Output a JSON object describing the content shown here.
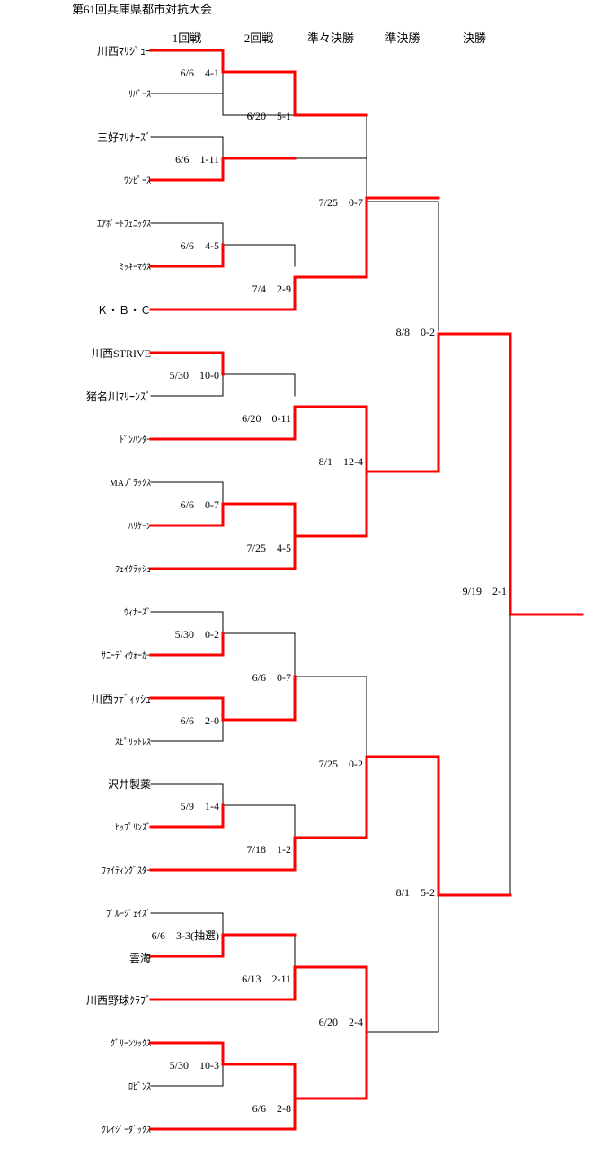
{
  "title": "第61回兵庫県都市対抗大会",
  "rounds": [
    "1回戦",
    "2回戦",
    "準々決勝",
    "準決勝",
    "決勝"
  ],
  "teams": [
    "川西ﾏﾘｼﾞｭｰ",
    "ﾘﾊﾞｰｽ",
    "三好ﾏﾘﾅｰｽﾞ",
    "ﾜﾝﾋﾟｰｽ",
    "ｴｱﾎﾟｰﾄﾌｪﾆｯｸｽ",
    "ﾐｯｷｰﾏｳｽ",
    "Ｋ・Ｂ・Ｃ",
    "川西STRIVE",
    "猪名川ﾏﾘｰﾝｽﾞ",
    "ﾄﾞﾝﾊﾝﾀｰ",
    "MAﾌﾞﾗｯｸｽ",
    "ﾊﾘｹｰﾝ",
    "ﾌｪｲｸﾗｯｼｭ",
    "ｳｨﾅｰｽﾞ",
    "ｻﾆｰﾃﾞｨｳｫｰｶｰ",
    "川西ﾗﾃﾞｨｯｼｭ",
    "ｽﾋﾟﾘｯﾄﾚｽ",
    "沢井製薬",
    "ﾋｯﾌﾟﾘﾝｽﾞ",
    "ﾌｧｲﾃｨﾝｸﾞｽﾀｰ",
    "ﾌﾞﾙｰｼﾞｪｲｽﾞ",
    "雲海",
    "川西野球ｸﾗﾌﾞ",
    "ｸﾞﾘｰﾝｿｯｸｽ",
    "ﾛﾋﾞﾝｽ",
    "ｸﾚｲｼﾞｰﾀﾞｯｸｽ"
  ],
  "scores": [
    "6/6　4-1",
    "6/20　5-1",
    "6/6　1-11",
    "7/25　0-7",
    "6/6　4-5",
    "7/4　2-9",
    "8/8　0-2",
    "5/30　10-0",
    "6/20　0-11",
    "8/1　12-4",
    "6/6　0-7",
    "7/25　4-5",
    "9/19　2-1",
    "5/30　0-2",
    "6/6　0-7",
    "6/6　2-0",
    "7/25　0-2",
    "5/9　1-4",
    "7/18　1-2",
    "8/1　5-2",
    "6/6　3-3(抽選)",
    "6/13　2-11",
    "6/20　2-4",
    "5/30　10-3",
    "6/6　2-8"
  ],
  "colors": {
    "winner_line": "#ff0000",
    "loser_line": "#000000"
  }
}
